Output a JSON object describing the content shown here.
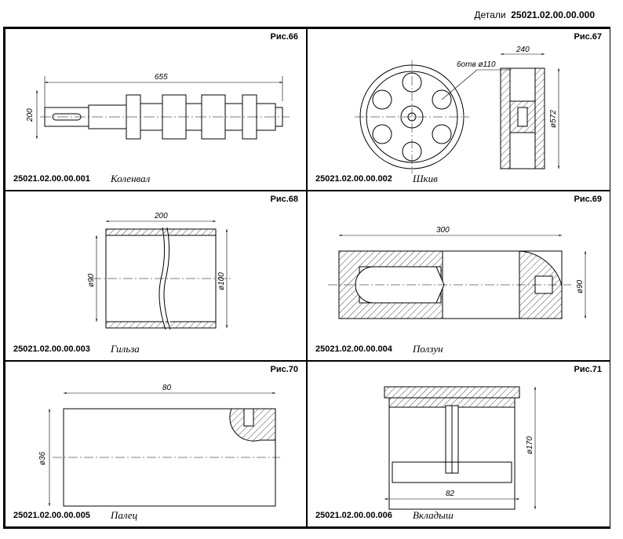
{
  "header": {
    "label": "Детали",
    "number": "25021.02.00.00.000"
  },
  "parts": [
    {
      "fig": "Рис.66",
      "code": "25021.02.00.00.001",
      "name": "Коленвал",
      "dims": [
        "655",
        "200"
      ]
    },
    {
      "fig": "Рис.67",
      "code": "25021.02.00.00.002",
      "name": "Шкив",
      "dims": [
        "240",
        "ø572",
        "6отв ø110"
      ]
    },
    {
      "fig": "Рис.68",
      "code": "25021.02.00.00.003",
      "name": "Гильза",
      "dims": [
        "200",
        "ø90",
        "ø100"
      ]
    },
    {
      "fig": "Рис.69",
      "code": "25021.02.00.00.004",
      "name": "Ползун",
      "dims": [
        "300",
        "ø90"
      ]
    },
    {
      "fig": "Рис.70",
      "code": "25021.02.00.00.005",
      "name": "Палец",
      "dims": [
        "80",
        "ø36"
      ]
    },
    {
      "fig": "Рис.71",
      "code": "25021.02.00.00.006",
      "name": "Вкладыш",
      "dims": [
        "82",
        "ø170"
      ]
    }
  ]
}
